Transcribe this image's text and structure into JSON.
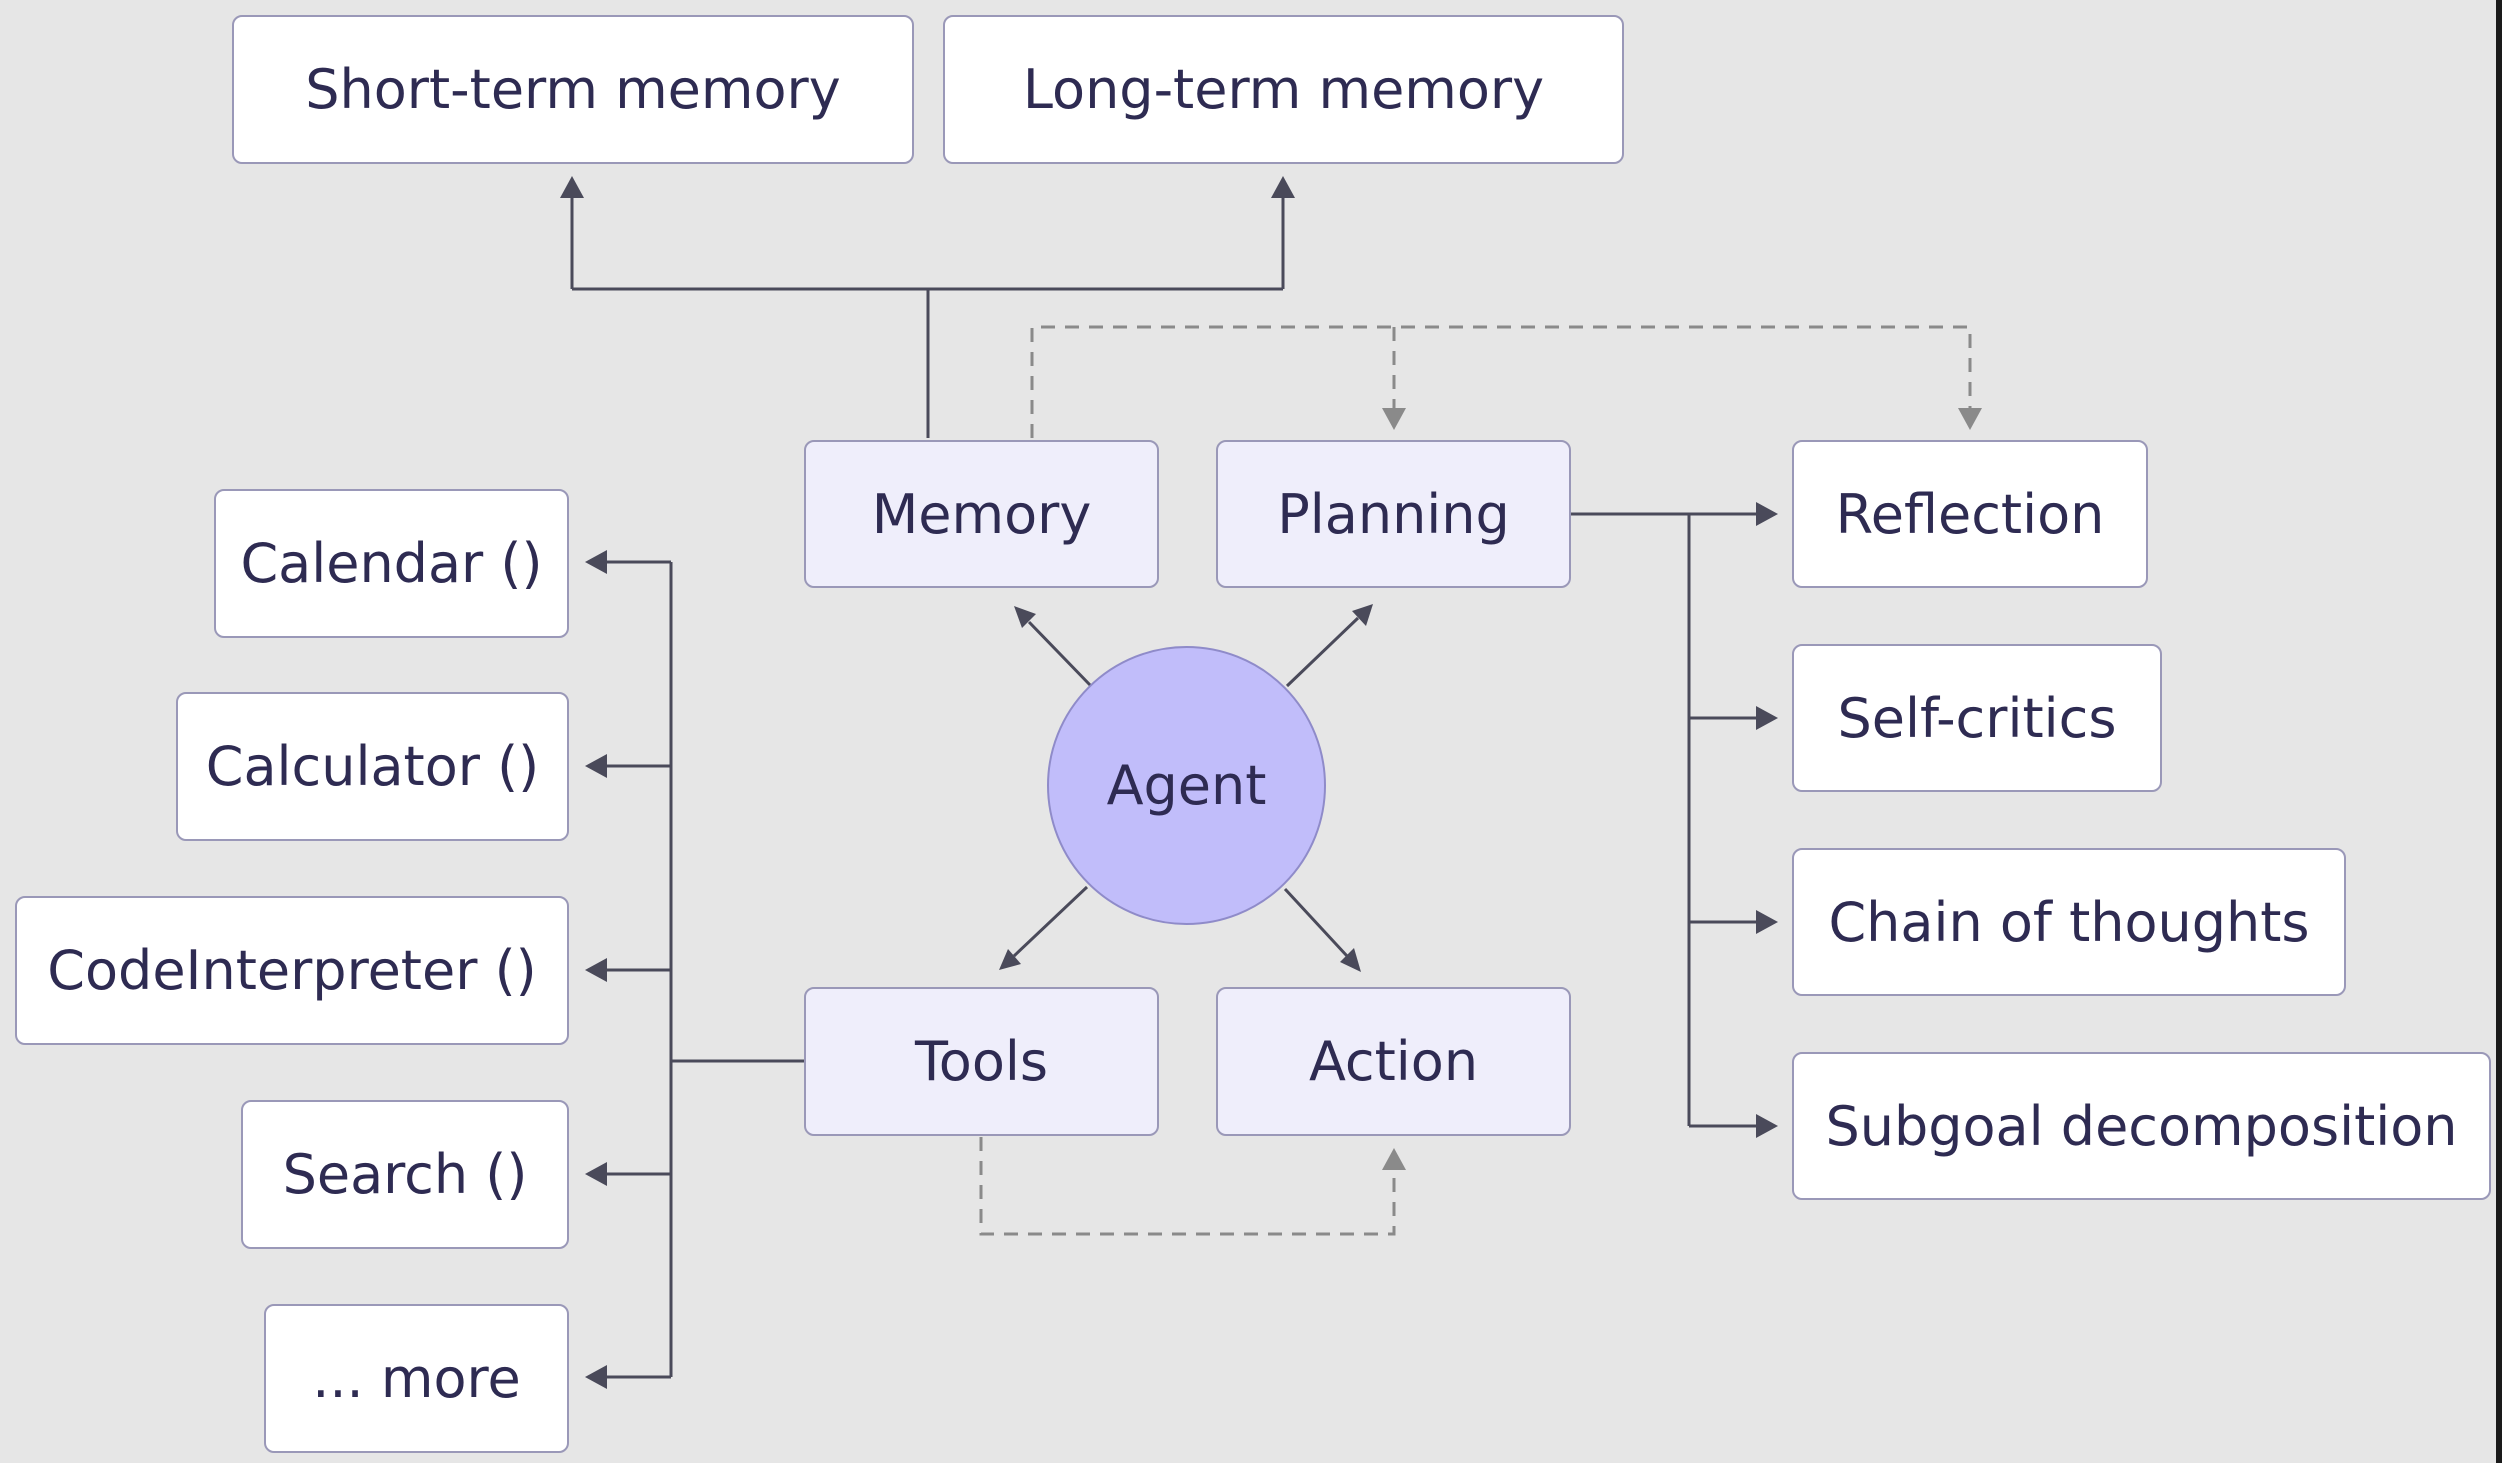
{
  "diagram": {
    "agent": "Agent",
    "modules": {
      "memory": "Memory",
      "planning": "Planning",
      "tools": "Tools",
      "action": "Action"
    },
    "memory_types": {
      "short_term": "Short-term memory",
      "long_term": "Long-term memory"
    },
    "tools": [
      "Calendar ()",
      "Calculator ()",
      "CodeInterpreter ()",
      "Search ()",
      "... more"
    ],
    "planning_methods": [
      "Reflection",
      "Self-critics",
      "Chain of thoughts",
      "Subgoal decomposition"
    ]
  },
  "colors": {
    "background": "#e6e6e6",
    "agent_fill": "#c1bdfa",
    "module_fill": "#efeefb",
    "leaf_fill": "#ffffff",
    "text": "#2e2b52",
    "solid_connector": "#4a4a5a",
    "dashed_connector": "#8a8a8a"
  }
}
